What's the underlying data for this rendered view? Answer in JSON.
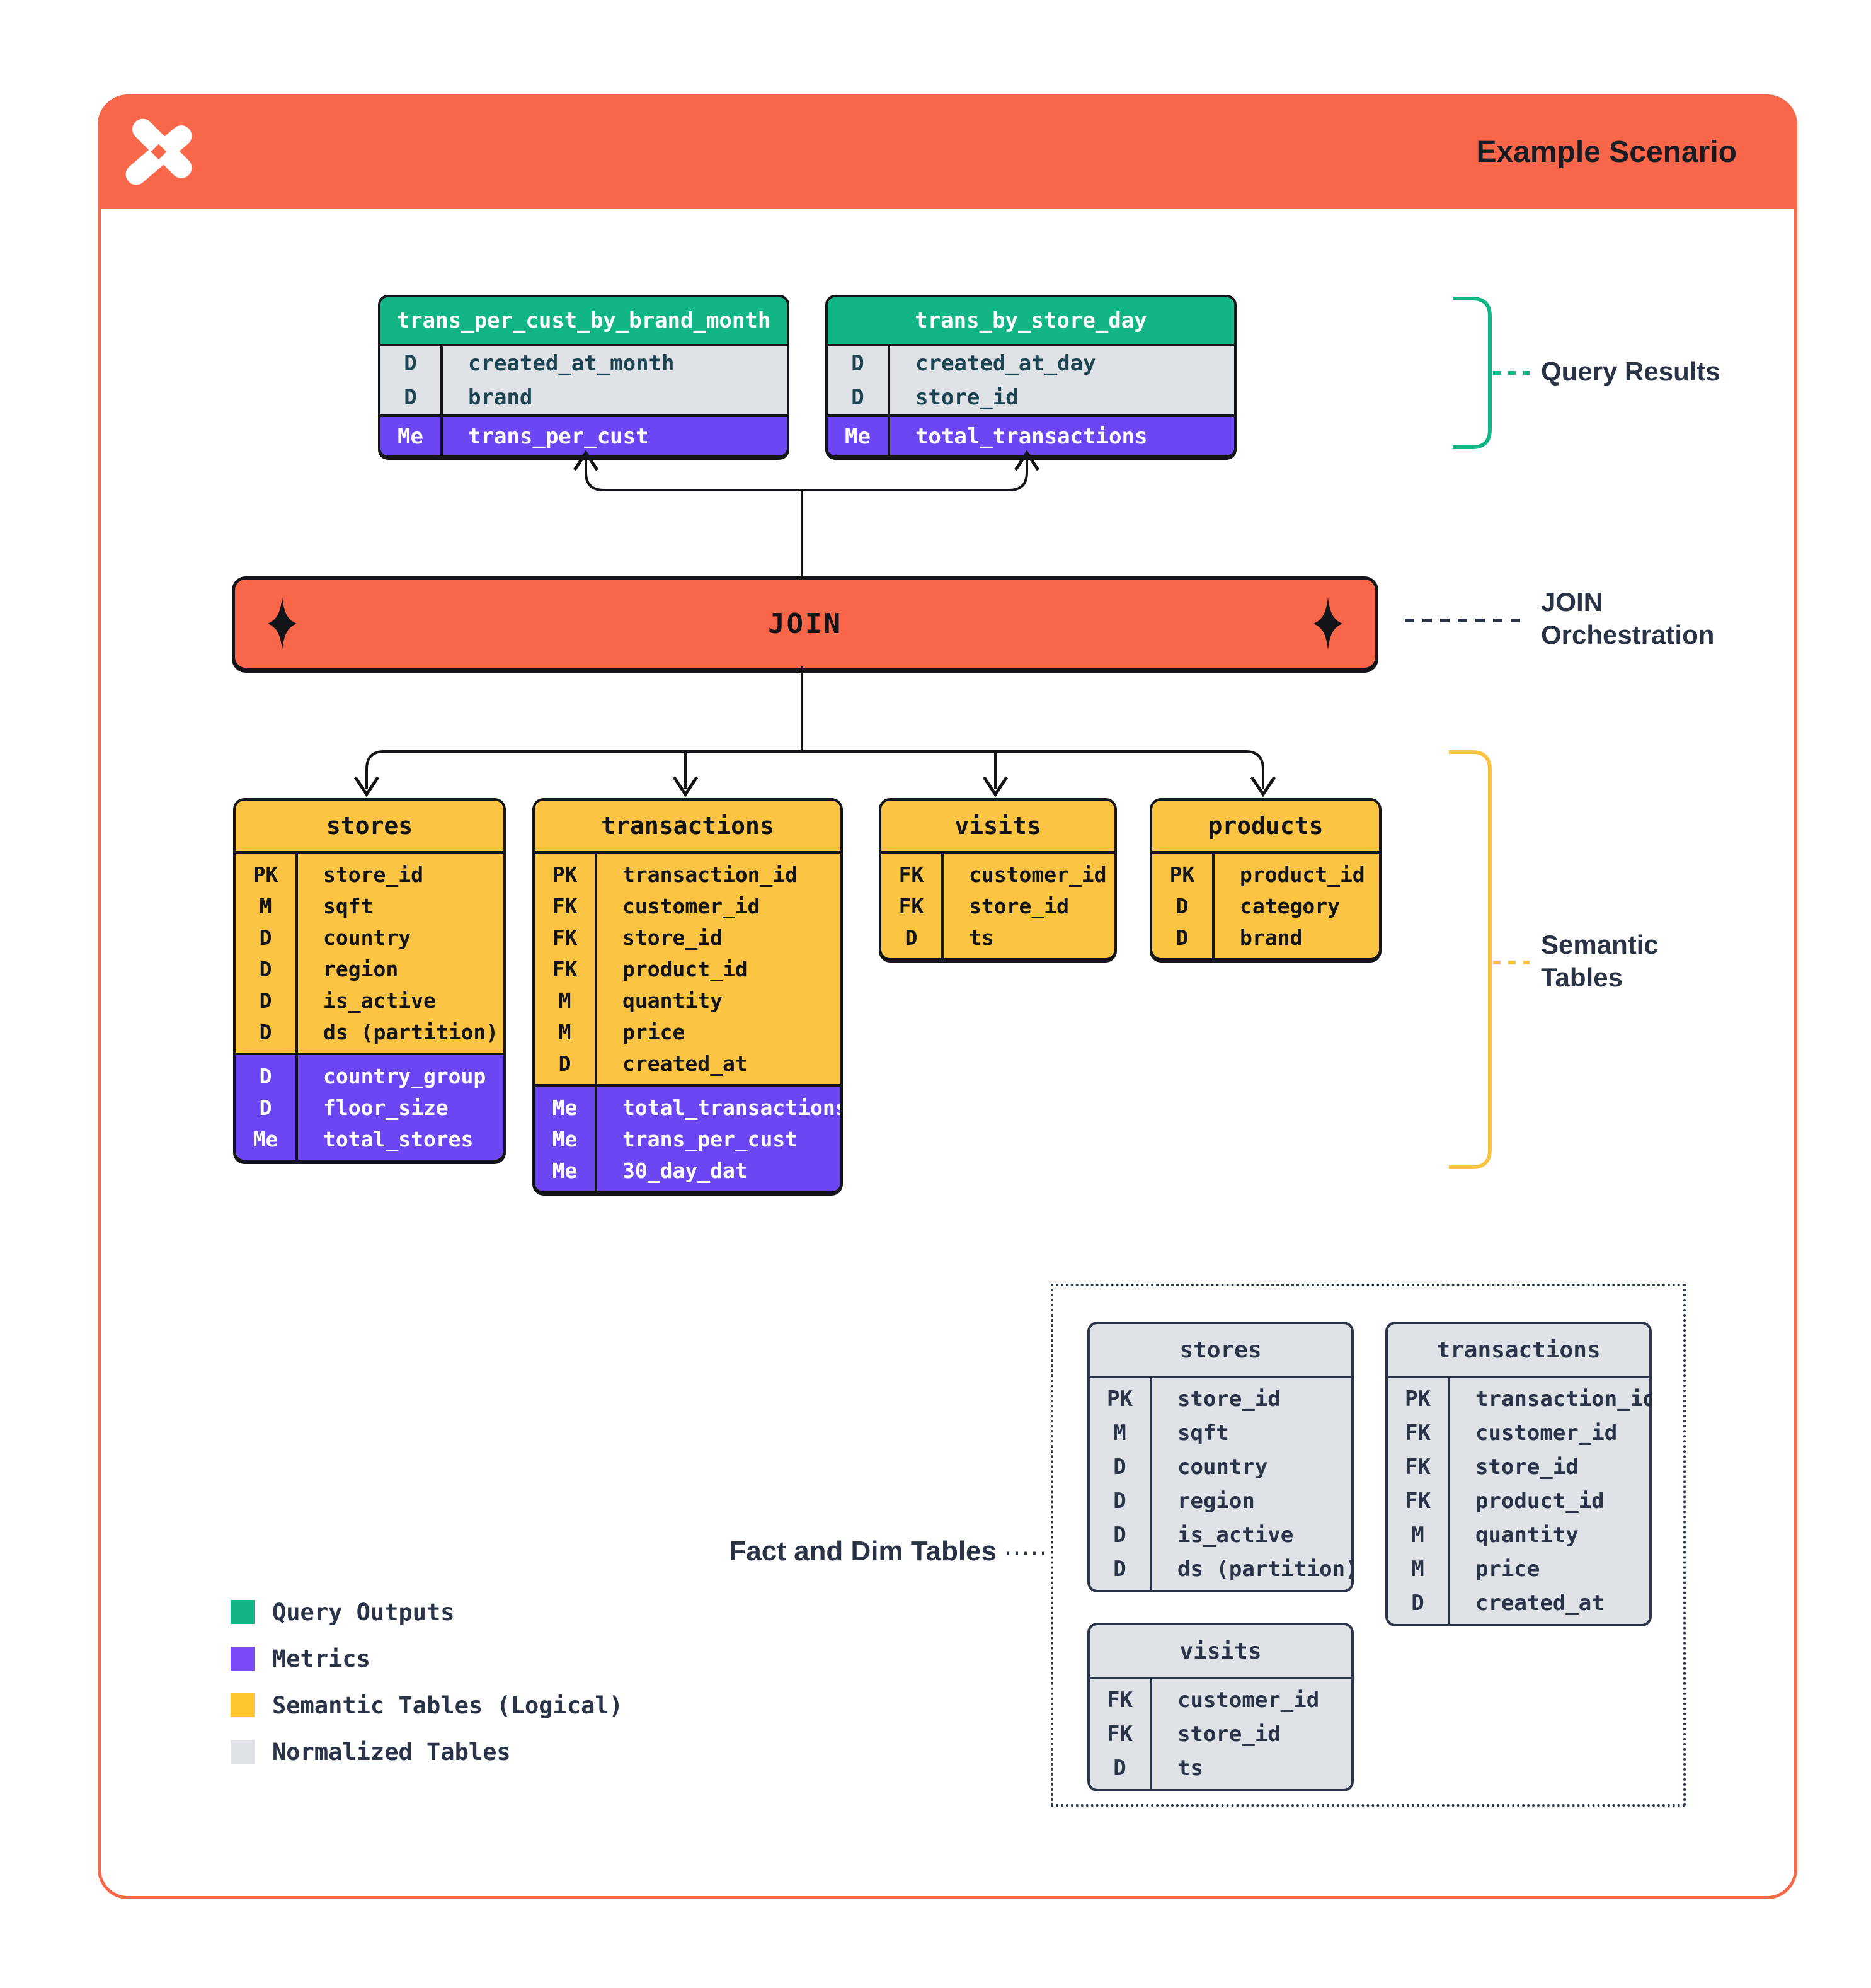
{
  "header": {
    "title": "Example Scenario"
  },
  "join_bar": {
    "label": "JOIN"
  },
  "annotations": {
    "query_results": "Query Results",
    "join_line1": "JOIN",
    "join_line2": "Orchestration",
    "semantic_line1": "Semantic",
    "semantic_line2": "Tables",
    "fact_dim": "Fact and Dim Tables"
  },
  "query_result_tables": [
    {
      "title": "trans_per_cust_by_brand_month",
      "dim_rows": [
        {
          "k": "D",
          "v": "created_at_month"
        },
        {
          "k": "D",
          "v": "brand"
        }
      ],
      "metric_rows": [
        {
          "k": "Me",
          "v": "trans_per_cust"
        }
      ]
    },
    {
      "title": "trans_by_store_day",
      "dim_rows": [
        {
          "k": "D",
          "v": "created_at_day"
        },
        {
          "k": "D",
          "v": "store_id"
        }
      ],
      "metric_rows": [
        {
          "k": "Me",
          "v": "total_transactions"
        }
      ]
    }
  ],
  "semantic_tables": [
    {
      "title": "stores",
      "rows": [
        {
          "k": "PK",
          "v": "store_id"
        },
        {
          "k": "M",
          "v": "sqft"
        },
        {
          "k": "D",
          "v": "country"
        },
        {
          "k": "D",
          "v": "region"
        },
        {
          "k": "D",
          "v": "is_active"
        },
        {
          "k": "D",
          "v": "ds (partition)"
        }
      ],
      "metric_rows": [
        {
          "k": "D",
          "v": "country_group"
        },
        {
          "k": "D",
          "v": "floor_size"
        },
        {
          "k": "Me",
          "v": "total_stores"
        }
      ]
    },
    {
      "title": "transactions",
      "rows": [
        {
          "k": "PK",
          "v": "transaction_id"
        },
        {
          "k": "FK",
          "v": "customer_id"
        },
        {
          "k": "FK",
          "v": "store_id"
        },
        {
          "k": "FK",
          "v": "product_id"
        },
        {
          "k": "M",
          "v": "quantity"
        },
        {
          "k": "M",
          "v": "price"
        },
        {
          "k": "D",
          "v": "created_at"
        }
      ],
      "metric_rows": [
        {
          "k": "Me",
          "v": "total_transactions"
        },
        {
          "k": "Me",
          "v": "trans_per_cust"
        },
        {
          "k": "Me",
          "v": "30_day_dat"
        }
      ]
    },
    {
      "title": "visits",
      "rows": [
        {
          "k": "FK",
          "v": "customer_id"
        },
        {
          "k": "FK",
          "v": "store_id"
        },
        {
          "k": "D",
          "v": "ts"
        }
      ],
      "metric_rows": []
    },
    {
      "title": "products",
      "rows": [
        {
          "k": "PK",
          "v": "product_id"
        },
        {
          "k": "D",
          "v": "category"
        },
        {
          "k": "D",
          "v": "brand"
        }
      ],
      "metric_rows": []
    }
  ],
  "normalized_tables": [
    {
      "title": "stores",
      "rows": [
        {
          "k": "PK",
          "v": "store_id"
        },
        {
          "k": "M",
          "v": "sqft"
        },
        {
          "k": "D",
          "v": "country"
        },
        {
          "k": "D",
          "v": "region"
        },
        {
          "k": "D",
          "v": "is_active"
        },
        {
          "k": "D",
          "v": "ds (partition)"
        }
      ]
    },
    {
      "title": "transactions",
      "rows": [
        {
          "k": "PK",
          "v": "transaction_id"
        },
        {
          "k": "FK",
          "v": "customer_id"
        },
        {
          "k": "FK",
          "v": "store_id"
        },
        {
          "k": "FK",
          "v": "product_id"
        },
        {
          "k": "M",
          "v": "quantity"
        },
        {
          "k": "M",
          "v": "price"
        },
        {
          "k": "D",
          "v": "created_at"
        }
      ]
    },
    {
      "title": "visits",
      "rows": [
        {
          "k": "FK",
          "v": "customer_id"
        },
        {
          "k": "FK",
          "v": "store_id"
        },
        {
          "k": "D",
          "v": "ts"
        }
      ]
    }
  ],
  "legend": [
    {
      "label": "Query Outputs",
      "color": "#12B585"
    },
    {
      "label": "Metrics",
      "color": "#7B4CF6"
    },
    {
      "label": "Semantic Tables (Logical)",
      "color": "#FFC52E"
    },
    {
      "label": "Normalized Tables",
      "color": "#DFE3E8"
    }
  ],
  "icons": {
    "logo": "pinwheel-logo",
    "join_decor": "sparkle-diamond-icon"
  },
  "colors": {
    "accent_orange": "#F9674B",
    "green": "#12B585",
    "purple": "#6B46F2",
    "yellow": "#FBC443",
    "gray": "#DFE3E8",
    "navy": "#2A3347",
    "line": "#131417",
    "teal_text": "#1C4350"
  }
}
